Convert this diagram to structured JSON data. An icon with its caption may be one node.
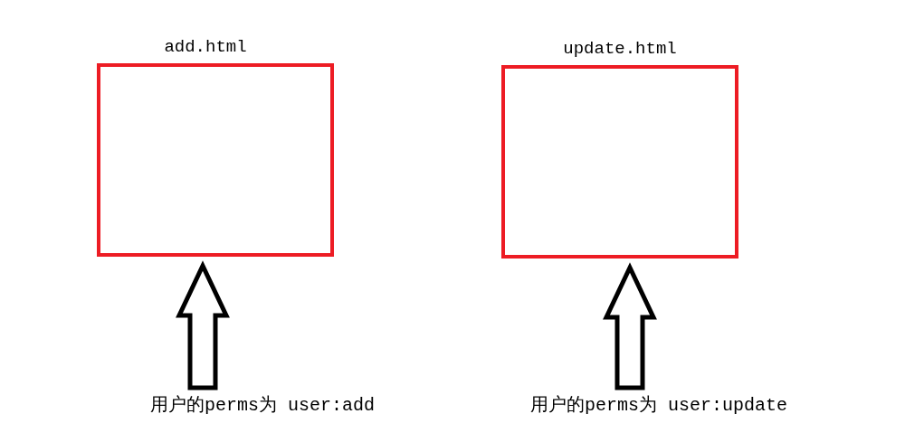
{
  "diagram": {
    "nodes": [
      {
        "text": [
          "add.html"
        ]
      },
      {
        "text": [
          "update.html"
        ]
      },
      {
        "text": [
          "用户的perms为 user:add"
        ]
      },
      {
        "text": [
          "用户的perms为 user:update"
        ]
      }
    ],
    "edges": [
      {
        "from": 2,
        "to": 0,
        "arrow": "to"
      },
      {
        "from": 3,
        "to": 1,
        "arrow": "to"
      }
    ]
  }
}
